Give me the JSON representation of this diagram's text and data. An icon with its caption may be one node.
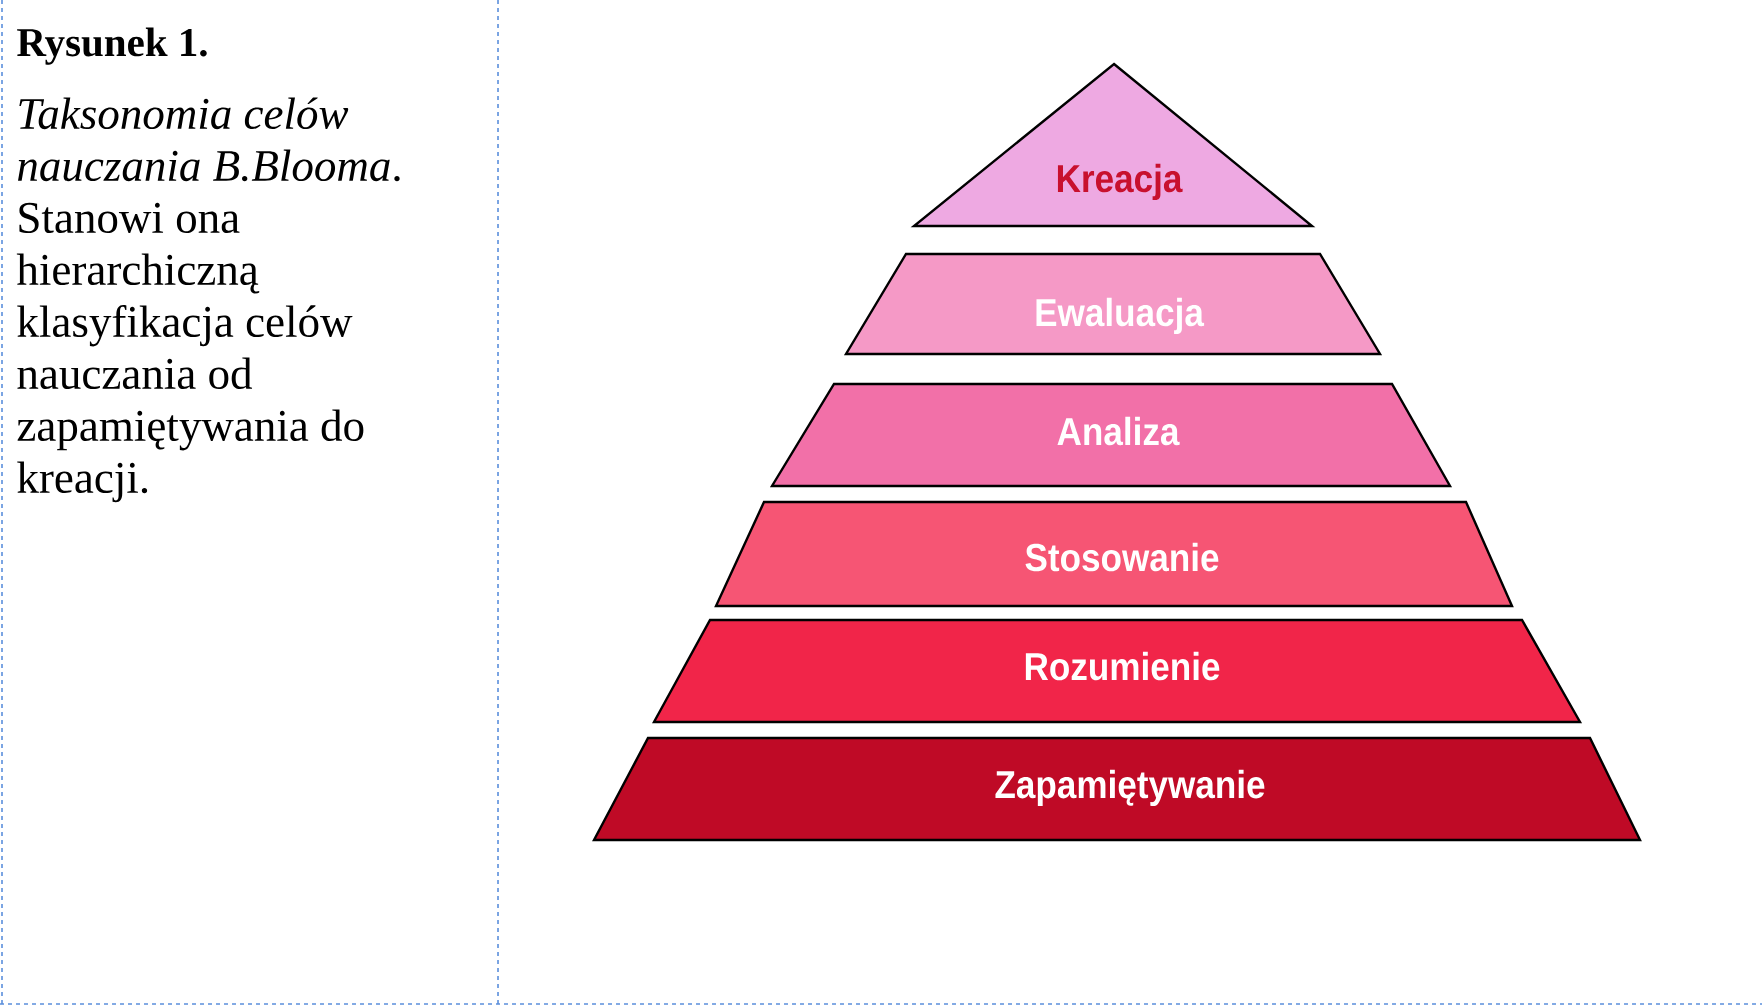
{
  "diagram": {
    "title": "Rysunek 1.",
    "caption": "*Taksonomia celów nauczania B.Blooma*. Stanowi ona hierarchiczną klasyfikacja celów nauczania od zapamiętywania do kreacji.",
    "nodes": [
      {
        "text": [
          "Kreacja"
        ]
      },
      {
        "text": [
          "Ewaluacja"
        ]
      },
      {
        "text": [
          "Analiza"
        ]
      },
      {
        "text": [
          "Stosowanie"
        ]
      },
      {
        "text": [
          "Rozumienie"
        ]
      },
      {
        "text": [
          "Zapamiętywanie"
        ]
      }
    ]
  }
}
